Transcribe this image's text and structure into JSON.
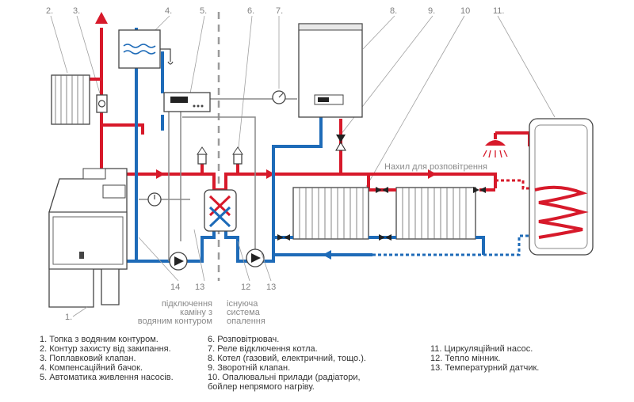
{
  "numbers": [
    "2.",
    "3.",
    "4.",
    "5.",
    "6.",
    "7.",
    "8.",
    "9.",
    "10",
    "11."
  ],
  "boiler_label": "1.",
  "pump_labels": [
    "14",
    "13",
    "12",
    "13"
  ],
  "slope_label": "Нахил для розповітрення",
  "caption_left": [
    "підключення",
    "каміну з",
    "водяним контуром"
  ],
  "caption_right": [
    "існуюча",
    "система",
    "опалення"
  ],
  "legend": {
    "col1": [
      "1.  Топка з водяним контуром.",
      "2.  Контур захисту від закипання.",
      "3.  Поплавковий клапан.",
      "4.  Компенсаційний бачок.",
      "5.  Автоматика живлення насосів."
    ],
    "col2": [
      "6.   Розповітрювач.",
      "7.   Реле відключення котла.",
      "8.   Котел (газовий, електричний, тощо.).",
      "9.   Зворотній клапан.",
      "10. Опалювальні прилади (радіатори,",
      "       бойлер непрямого нагріву."
    ],
    "col3": [
      "11. Циркуляційний насос.",
      "12. Тепло мінник.",
      "13. Температурний датчик."
    ]
  },
  "colors": {
    "supply": "#d7192a",
    "return": "#1e6bb8",
    "divider": "#9a9a9a"
  }
}
